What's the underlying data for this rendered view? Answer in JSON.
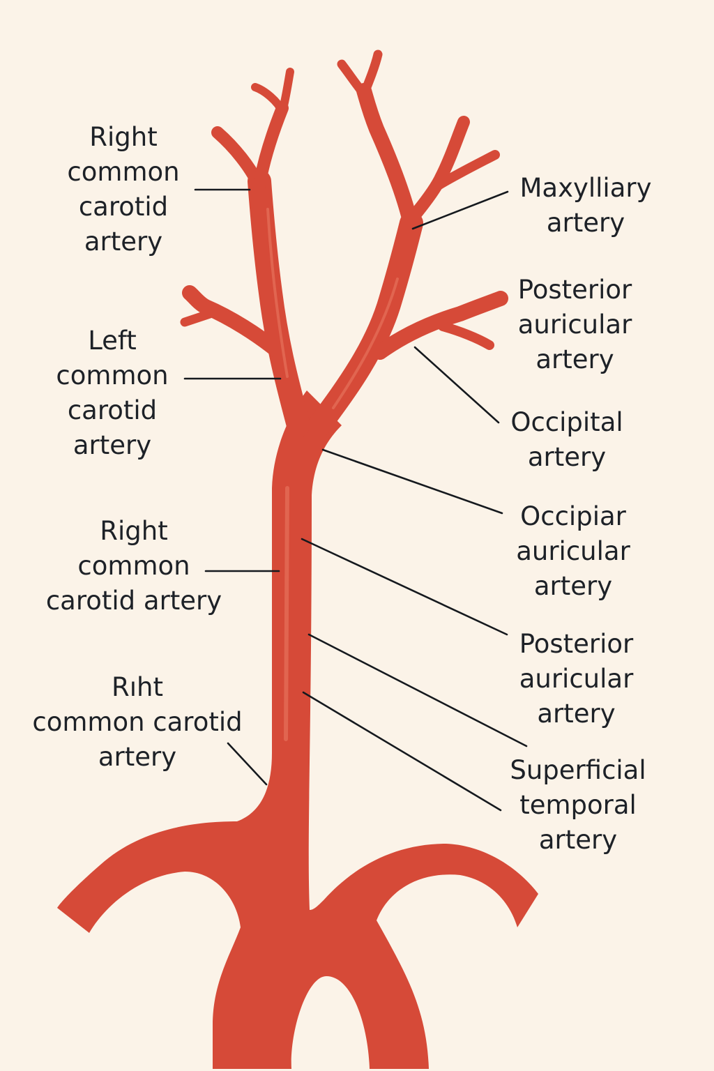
{
  "colors": {
    "background": "#fbf3e8",
    "vessel": "#d64a38",
    "vessel_outline": "#a3301f",
    "text": "#1d2127",
    "leader_line": "#15191e"
  },
  "labels": {
    "left_1": [
      "Right",
      "common",
      "carotid",
      "artery"
    ],
    "left_2": [
      "Left",
      "common",
      "carotid",
      "artery"
    ],
    "left_3": [
      "Right",
      "common",
      "carotid artery"
    ],
    "left_4": [
      "Rıht",
      "common carotid",
      "artery"
    ],
    "right_1": [
      "Maxylliary",
      "artery"
    ],
    "right_2": [
      "Posterior",
      "auricular",
      "artery"
    ],
    "right_3": [
      "Occipital",
      "artery"
    ],
    "right_4": [
      "Occipiar",
      "auricular",
      "artery"
    ],
    "right_5": [
      "Posterior",
      "auricular",
      "artery"
    ],
    "right_6": [
      "Superficial",
      "temporal",
      "artery"
    ]
  }
}
